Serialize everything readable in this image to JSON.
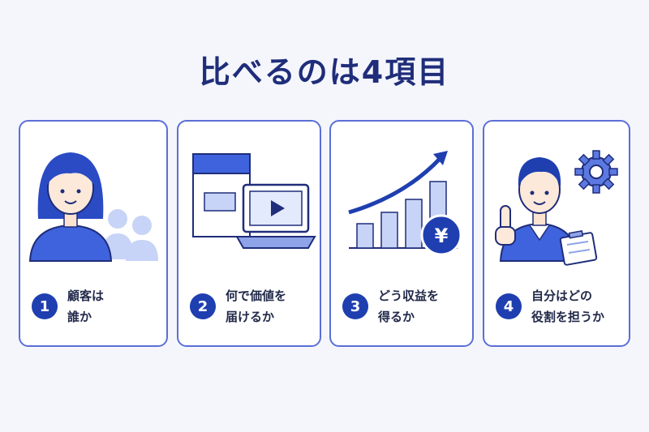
{
  "title": "比べるのは4項目",
  "colors": {
    "accent": "#1f3fb0",
    "border": "#5b6fd6",
    "light": "#c7d4f7",
    "navy": "#1f2d7a"
  },
  "cards": [
    {
      "number": "1",
      "label": "顧客は\n誰か",
      "icon": "customer-person-icon"
    },
    {
      "number": "2",
      "label": "何で価値を\n届けるか",
      "icon": "product-laptop-icon"
    },
    {
      "number": "3",
      "label": "どう収益を\n得るか",
      "icon": "revenue-growth-chart-icon"
    },
    {
      "number": "4",
      "label": "自分はどの\n役割を担うか",
      "icon": "role-person-gear-icon"
    }
  ],
  "icons": {
    "yen": "¥"
  }
}
